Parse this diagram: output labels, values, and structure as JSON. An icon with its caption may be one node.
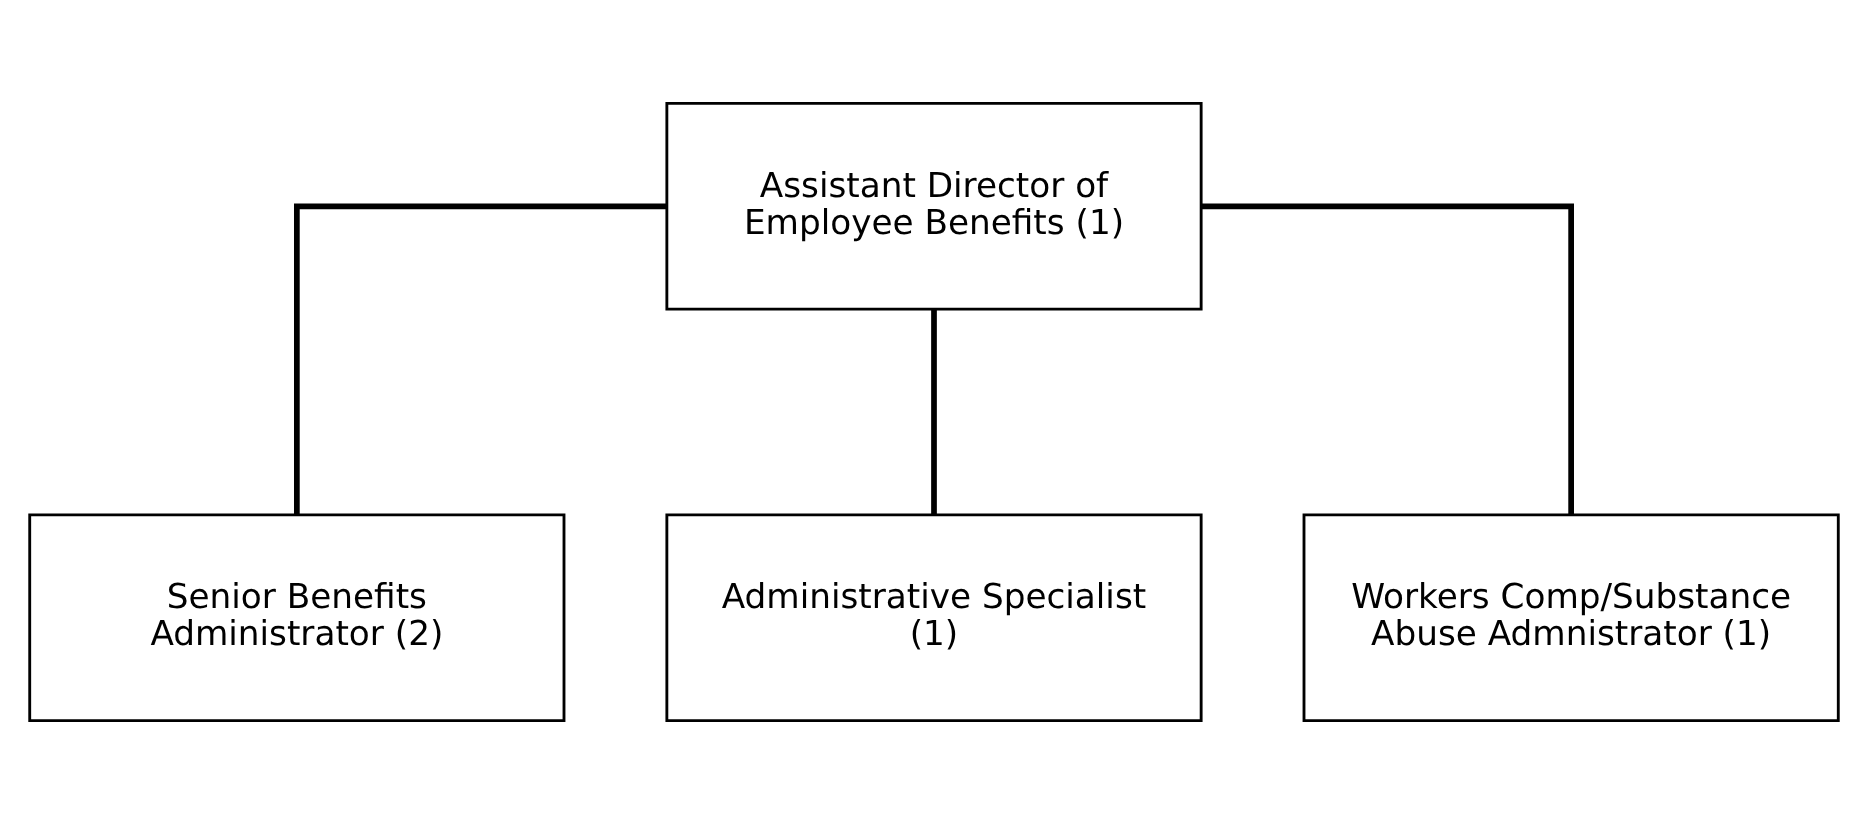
{
  "diagram": {
    "nodes": [
      {
        "text": [
          "Assistant Director of Employee Benefits (1)"
        ]
      },
      {
        "text": [
          "Senior Benefits Administrator (2)"
        ]
      },
      {
        "text": [
          "Administrative Specialist (1)"
        ]
      },
      {
        "text": [
          "Workers Comp/Substance Abuse Admnistrator (1)"
        ]
      }
    ],
    "edges": [
      {
        "from": 0,
        "to": 1,
        "arrow": "none"
      },
      {
        "from": 0,
        "to": 2,
        "arrow": "none"
      },
      {
        "from": 0,
        "to": 3,
        "arrow": "none"
      }
    ]
  }
}
